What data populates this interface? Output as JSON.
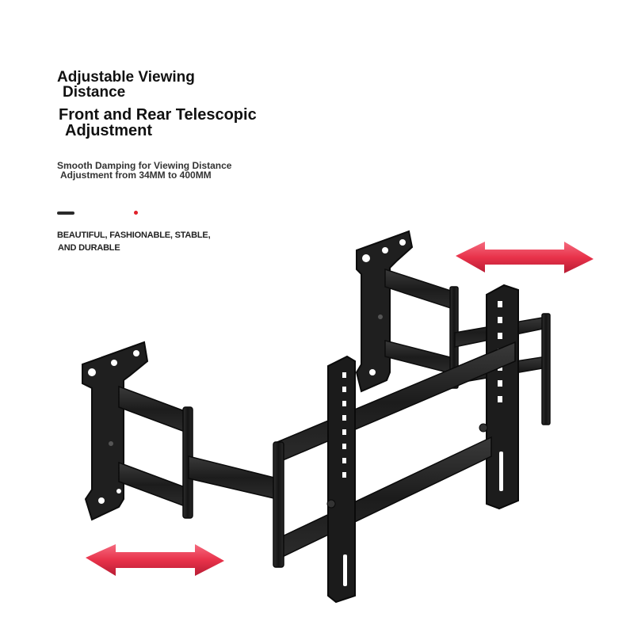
{
  "heading_1": {
    "line1": "Adjustable Viewing",
    "line2": "Distance"
  },
  "heading_2": {
    "line1": "Front and Rear Telescopic",
    "line2": "Adjustment"
  },
  "subtitle": {
    "line1": "Smooth Damping for Viewing Distance",
    "line2": "Adjustment from 34MM to 400MM"
  },
  "tagline": {
    "line1": "BEAUTIFUL, FASHIONABLE, STABLE,",
    "line2": "AND DURABLE"
  },
  "product": {
    "name": "tv-wall-mount-bracket-image"
  },
  "icons": {
    "left_arrow": "double-arrow-icon",
    "right_arrow": "double-arrow-icon"
  },
  "colors": {
    "arrow": "#e8324a",
    "metal": "#1e1e1e",
    "accent_dot": "#e0202a"
  }
}
